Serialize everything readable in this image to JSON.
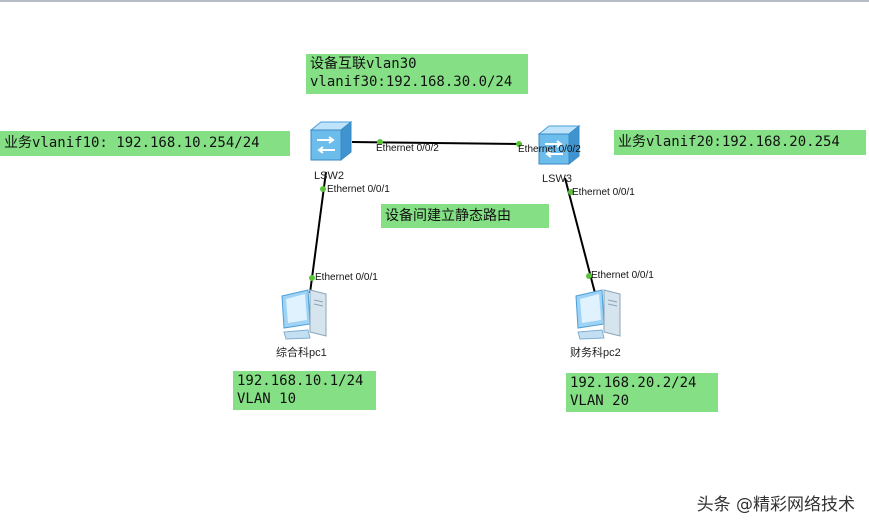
{
  "notes": {
    "interconnect_line1": "设备互联vlan30",
    "interconnect_line2": "vlanif30:192.168.30.0/24",
    "lsw2_vlanif": "业务vlanif10: 192.168.10.254/24",
    "lsw3_vlanif": "业务vlanif20:192.168.20.254",
    "static_route": "设备间建立静态路由",
    "pc1_ip": "192.168.10.1/24",
    "pc1_vlan": "VLAN 10",
    "pc2_ip": "192.168.20.2/24",
    "pc2_vlan": "VLAN 20"
  },
  "devices": {
    "lsw2": "LSW2",
    "lsw3": "LSW3",
    "pc1": "综合科pc1",
    "pc2": "财务科pc2"
  },
  "ports": {
    "lsw2_e002": "Ethernet 0/0/2",
    "lsw3_e002": "Ethernet 0/0/2",
    "lsw2_e001": "Ethernet 0/0/1",
    "pc1_e001": "Ethernet 0/0/1",
    "lsw3_e001": "Ethernet 0/0/1",
    "pc2_e001": "Ethernet 0/0/1"
  },
  "watermark": "头条 @精彩网络技术",
  "colors": {
    "note_background": "#85e085",
    "link_dot": "#59c43a",
    "switch_blue": "#5fb2e6"
  }
}
